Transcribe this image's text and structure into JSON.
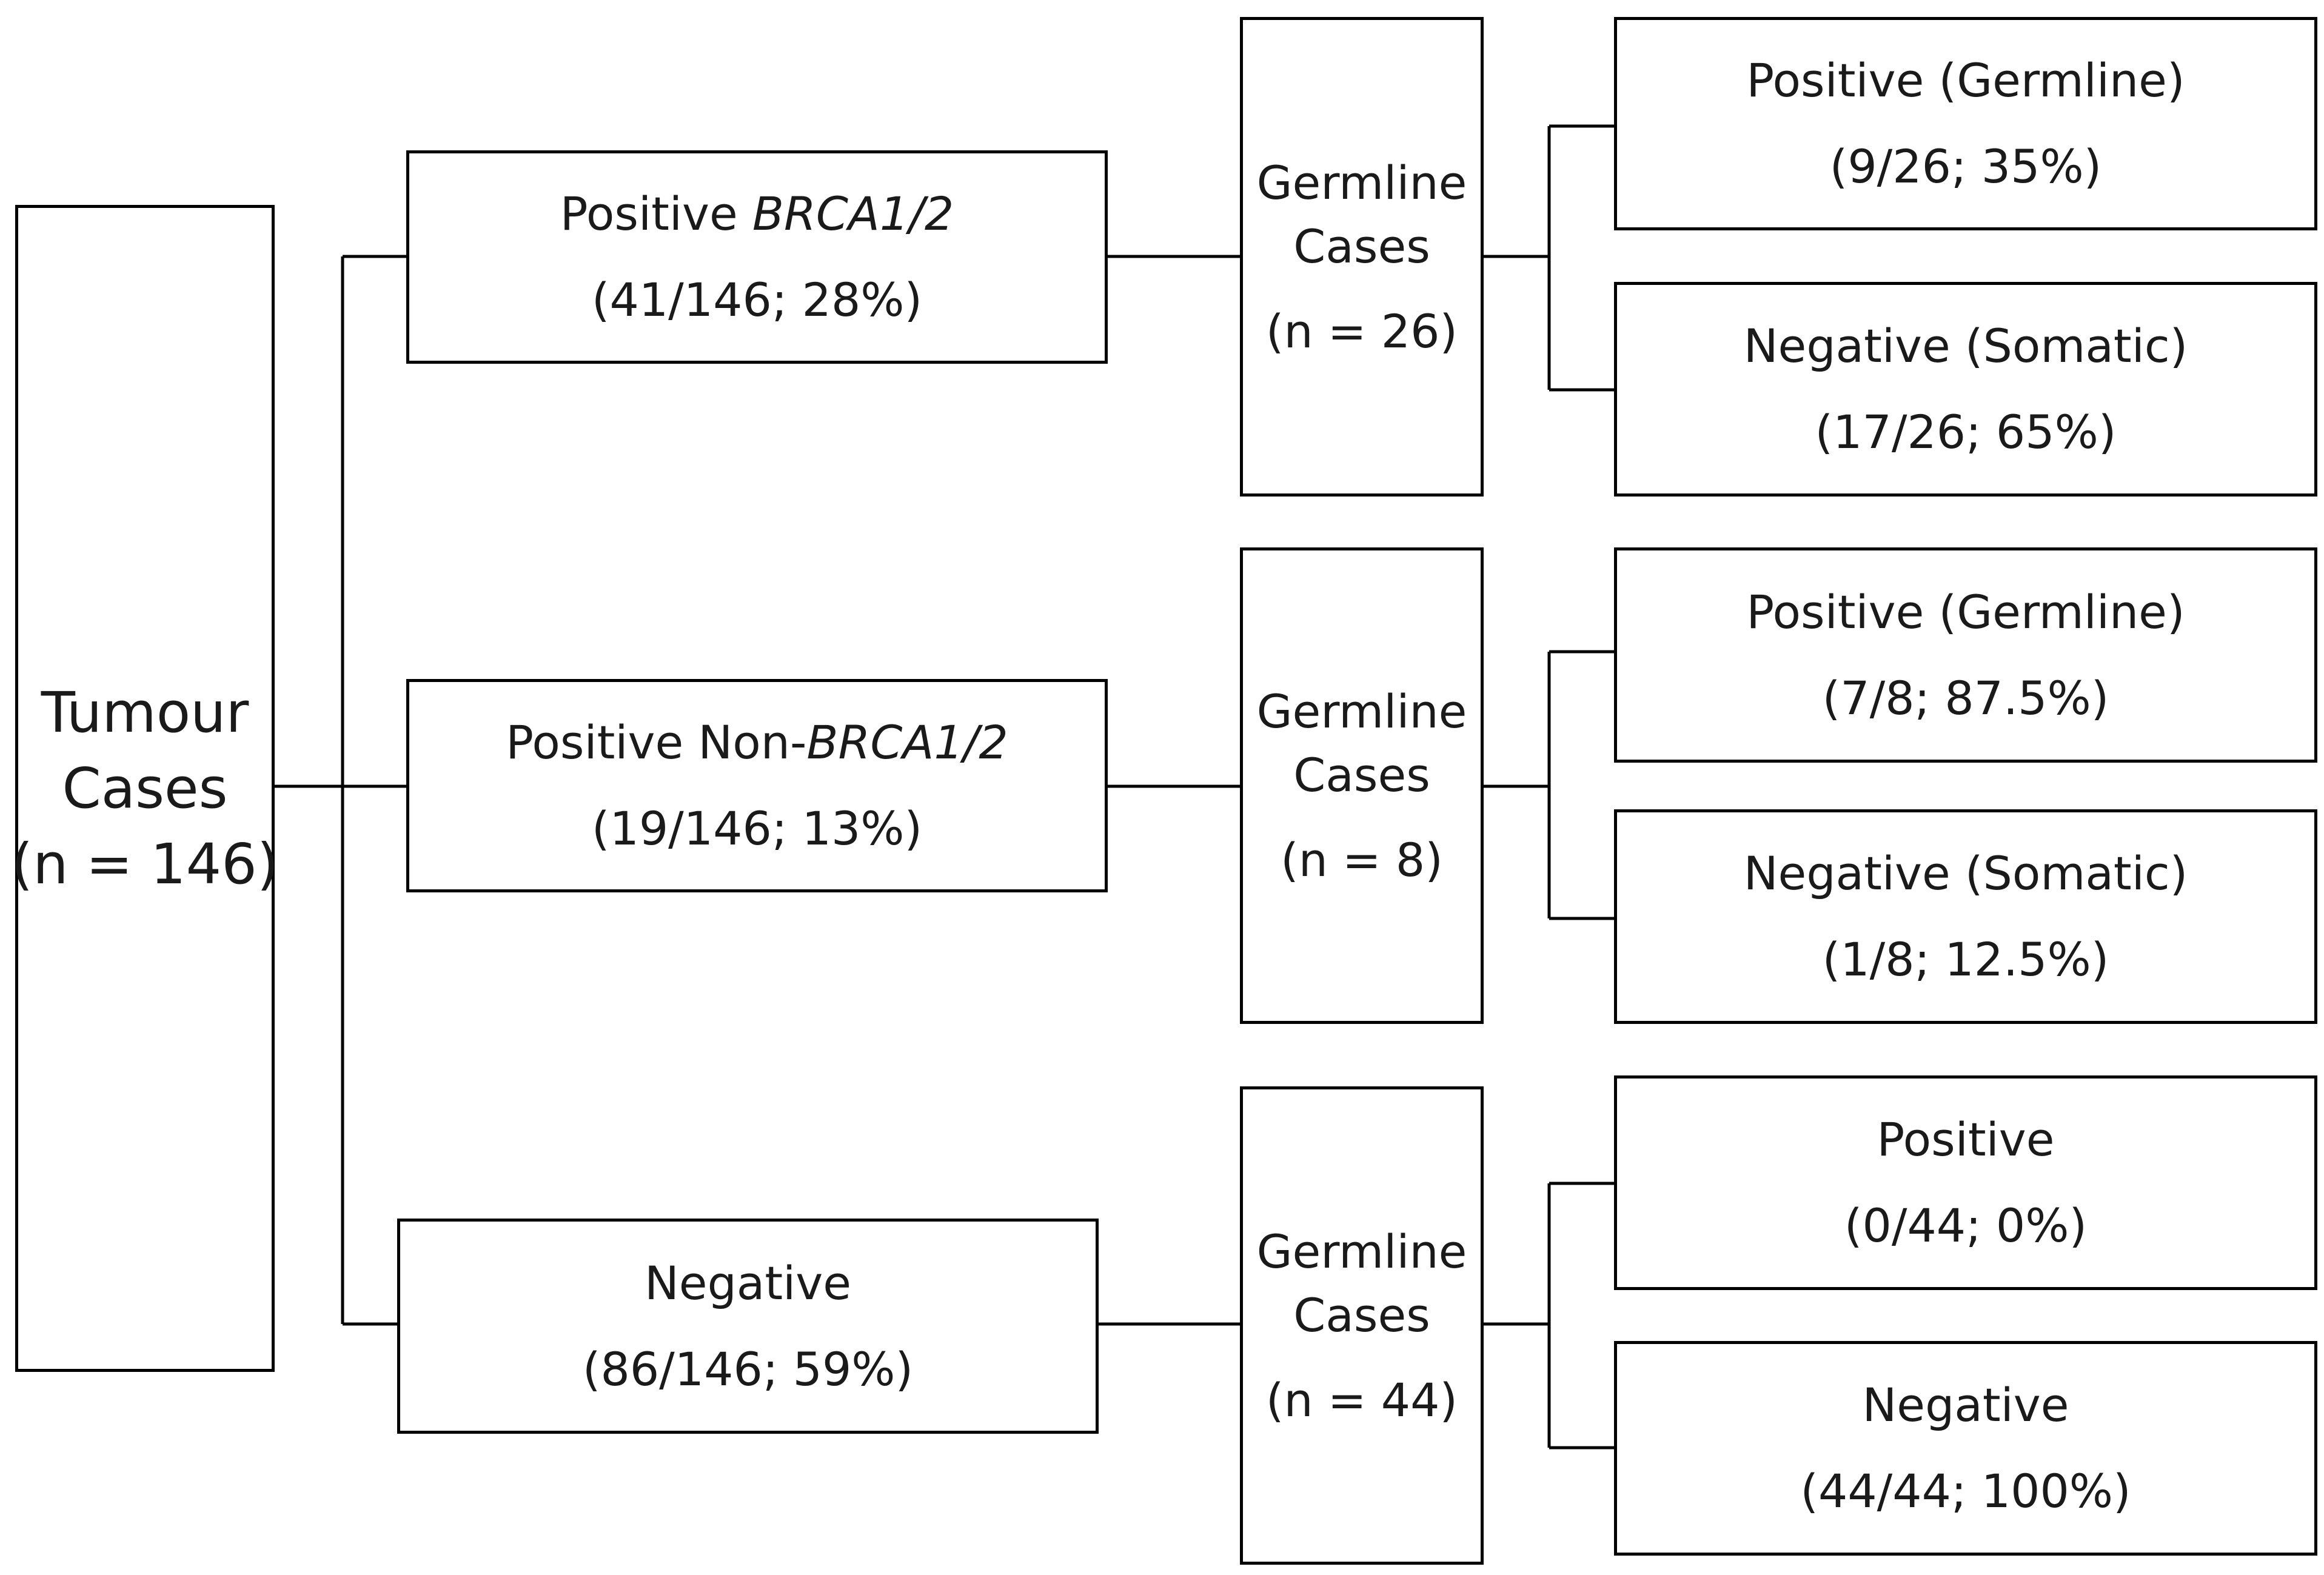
{
  "root": {
    "line1": "Tumour",
    "line2": "Cases",
    "line3": "(n = 146)"
  },
  "branches": [
    {
      "label_prefix": "Positive ",
      "label_italic": "BRCA1/2",
      "stat": "(41/146; 28%)",
      "germline": {
        "line1": "Germline",
        "line2": "Cases",
        "line3": "(n = 26)"
      },
      "outcomes": [
        {
          "label": "Positive (Germline)",
          "stat": "(9/26; 35%)"
        },
        {
          "label": "Negative (Somatic)",
          "stat": "(17/26; 65%)"
        }
      ]
    },
    {
      "label_prefix": "Positive Non-",
      "label_italic": "BRCA1/2",
      "stat": "(19/146; 13%)",
      "germline": {
        "line1": "Germline",
        "line2": "Cases",
        "line3": "(n = 8)"
      },
      "outcomes": [
        {
          "label": "Positive (Germline)",
          "stat": "(7/8; 87.5%)"
        },
        {
          "label": "Negative (Somatic)",
          "stat": "(1/8; 12.5%)"
        }
      ]
    },
    {
      "label_prefix": "Negative",
      "label_italic": "",
      "stat": "(86/146; 59%)",
      "germline": {
        "line1": "Germline",
        "line2": "Cases",
        "line3": "(n = 44)"
      },
      "outcomes": [
        {
          "label": "Positive",
          "stat": "(0/44; 0%)"
        },
        {
          "label": "Negative",
          "stat": "(44/44; 100%)"
        }
      ]
    }
  ]
}
